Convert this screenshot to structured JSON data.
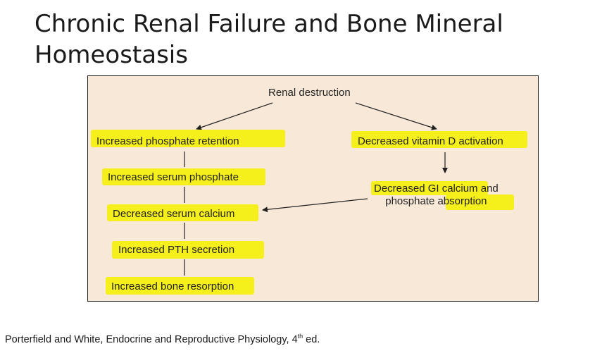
{
  "slide": {
    "title_line1": "Chronic Renal Failure and Bone Mineral",
    "title_line2": "Homeostasis",
    "citation": {
      "text_before": "Porterfield and White, Endocrine and Reproductive Physiology, 4",
      "superscript": "th",
      "text_after": " ed."
    }
  },
  "diagram": {
    "root": "Renal destruction",
    "left_chain": [
      "Increased phosphate retention",
      "Increased serum phosphate",
      "Decreased serum calcium",
      "Increased PTH secretion",
      "Increased bone resorption"
    ],
    "right_chain": [
      "Decreased vitamin D activation",
      "Decreased GI calcium and",
      "phosphate absorption"
    ],
    "highlight_color": "#f5ef1c",
    "background_color": "#f8e8d7"
  }
}
